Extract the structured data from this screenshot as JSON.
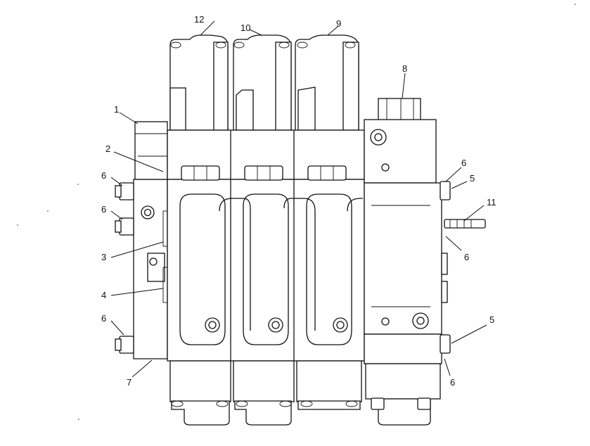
{
  "callouts": {
    "c1": "1",
    "c2": "2",
    "c3": "3",
    "c4": "4",
    "c5a": "5",
    "c5b": "5",
    "c6a": "6",
    "c6b": "6",
    "c6c": "6",
    "c6d": "6",
    "c6e": "6",
    "c6f": "6",
    "c7": "7",
    "c8": "8",
    "c9": "9",
    "c10": "10",
    "c11": "11",
    "c12": "12"
  },
  "colors": {
    "line": "#111111",
    "background": "#ffffff"
  }
}
